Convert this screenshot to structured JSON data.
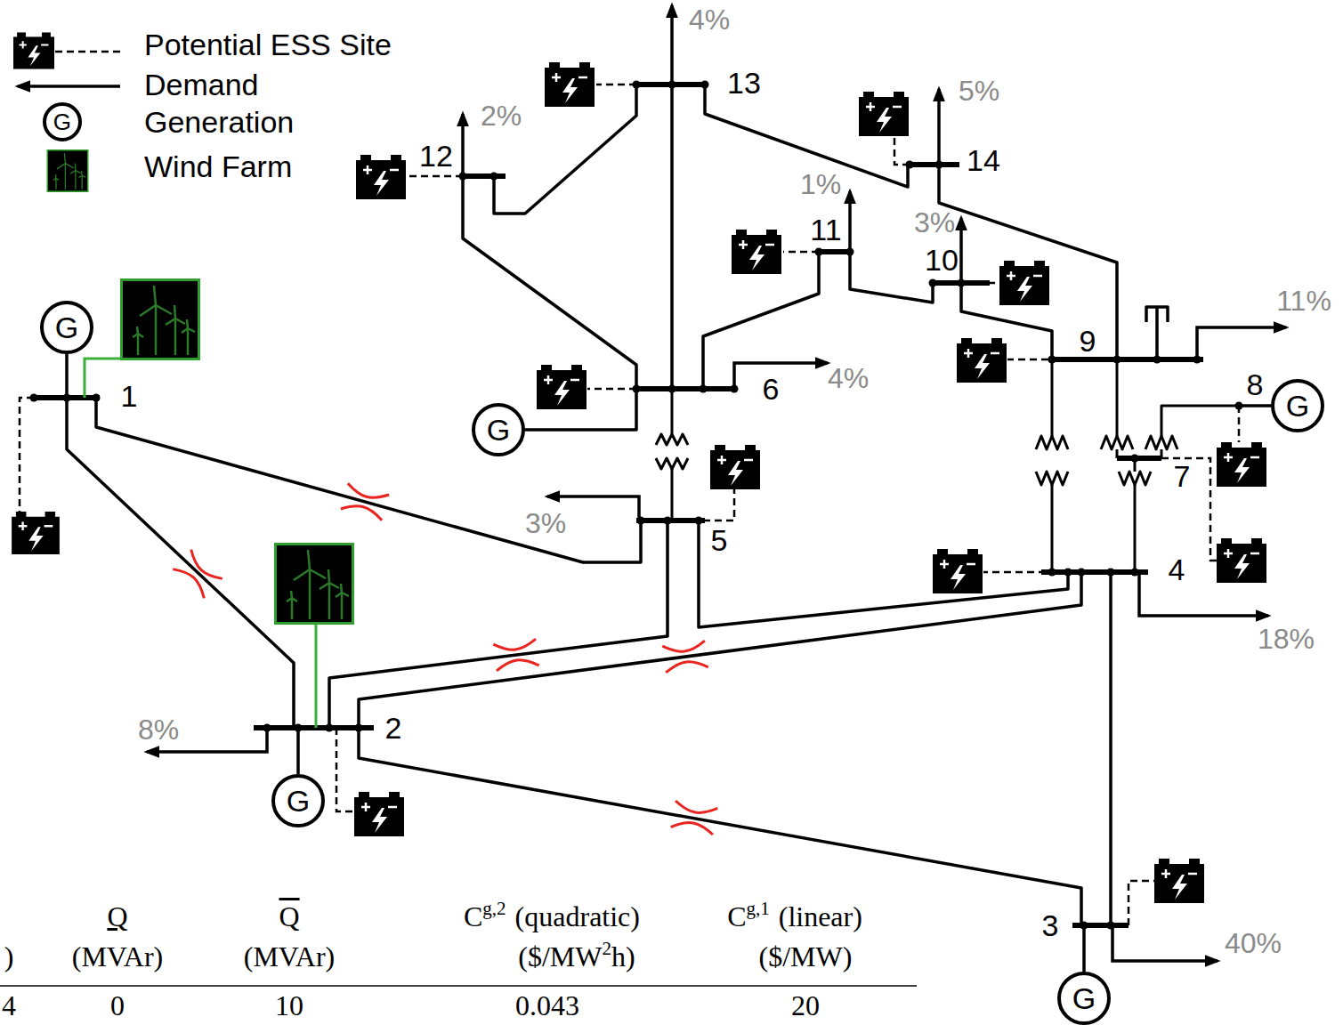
{
  "diagram": {
    "nodes": [
      {
        "text": [
          "G"
        ]
      },
      {
        "text": [
          "G"
        ]
      },
      {
        "text": [
          "G"
        ]
      },
      {
        "text": [
          "G"
        ]
      },
      {
        "text": [
          "G"
        ]
      },
      {
        "text": [
          "G"
        ]
      }
    ],
    "labels": [
      "4%",
      "13",
      "5%",
      "2%",
      "12",
      "14",
      "1%",
      "3%",
      "11",
      "10",
      "11%",
      "9",
      "4%",
      "6",
      "8",
      "7",
      "3%",
      "5",
      "4",
      "18%",
      "1",
      "8%",
      "2",
      "3",
      "40%",
      "Q",
      "Q",
      "C",
      "g,2",
      "(quadratic)",
      "C",
      "g,1",
      "(linear)",
      ")",
      "(MVAr)",
      "(MVAr)",
      "($/MW",
      "2",
      "h)",
      "($/MW)",
      "4",
      "0",
      "10",
      "0.043",
      "20"
    ],
    "legend": [
      {
        "text": "Potential ESS Site"
      },
      {
        "text": "Demand"
      },
      {
        "text": "Generation"
      },
      {
        "text": "Wind Farm"
      }
    ]
  }
}
